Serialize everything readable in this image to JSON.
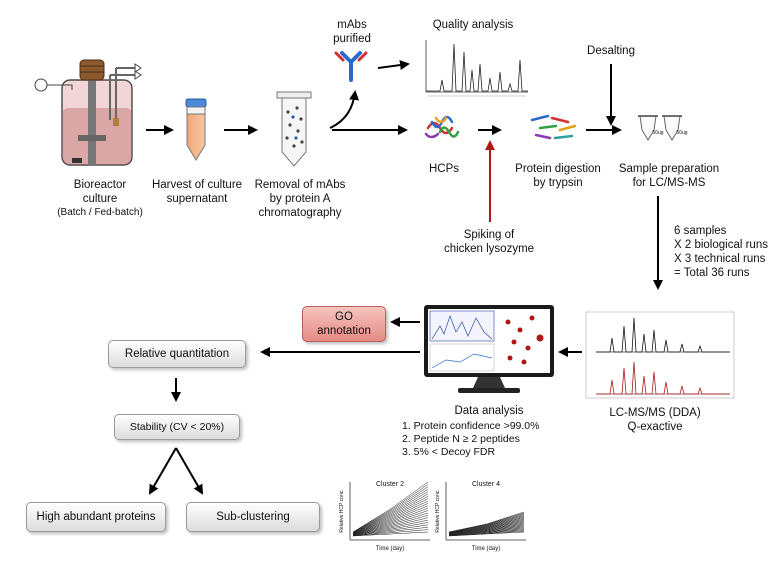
{
  "steps": {
    "bioreactor": {
      "line1": "Bioreactor",
      "line2": "culture",
      "line3": "(Batch / Fed-batch)"
    },
    "harvest": {
      "line1": "Harvest of culture",
      "line2": "supernatant"
    },
    "removal": {
      "line1": "Removal of mAbs",
      "line2": "by protein A",
      "line3": "chromatography"
    },
    "mabs": {
      "line1": "mAbs",
      "line2": "purified"
    },
    "quality": "Quality analysis",
    "hcps": "HCPs",
    "digestion": {
      "line1": "Protein digestion",
      "line2": "by trypsin"
    },
    "desalting": "Desalting",
    "sample_prep": {
      "line1": "Sample preparation",
      "line2": "for LC/MS-MS"
    },
    "spiking": {
      "line1": "Spiking of",
      "line2": "chicken lysozyme"
    },
    "runs": {
      "line1": "6 samples",
      "line2": "X 2 biological runs",
      "line3": "X 3 technical runs",
      "line4": "= Total 36 runs"
    },
    "lcms": {
      "line1": "LC-MS/MS (DDA)",
      "line2": "Q-exactive"
    },
    "data_analysis": "Data analysis",
    "criteria": [
      "1.  Protein confidence >99.0%",
      "2.  Peptide N ≥ 2 peptides",
      "3.  5% < Decoy FDR"
    ],
    "go": {
      "line1": "GO",
      "line2": "annotation"
    },
    "relative": "Relative quantitation",
    "stability": "Stability (CV < 20%)",
    "high": "High abundant proteins",
    "subclustering": "Sub-clustering"
  },
  "figure_text": {
    "tube_labels": [
      "50ug",
      "50ug"
    ],
    "cluster_titles": [
      "Cluster 2",
      "Cluster 4"
    ],
    "cluster_xlabel": "Time (day)",
    "cluster_ylabel": "Relative HCP conc."
  },
  "colors": {
    "arrow": "#000000",
    "spike_arrow": "#b01818",
    "go_fill": "#eea29c",
    "box_fill": "#e8e8e8"
  }
}
